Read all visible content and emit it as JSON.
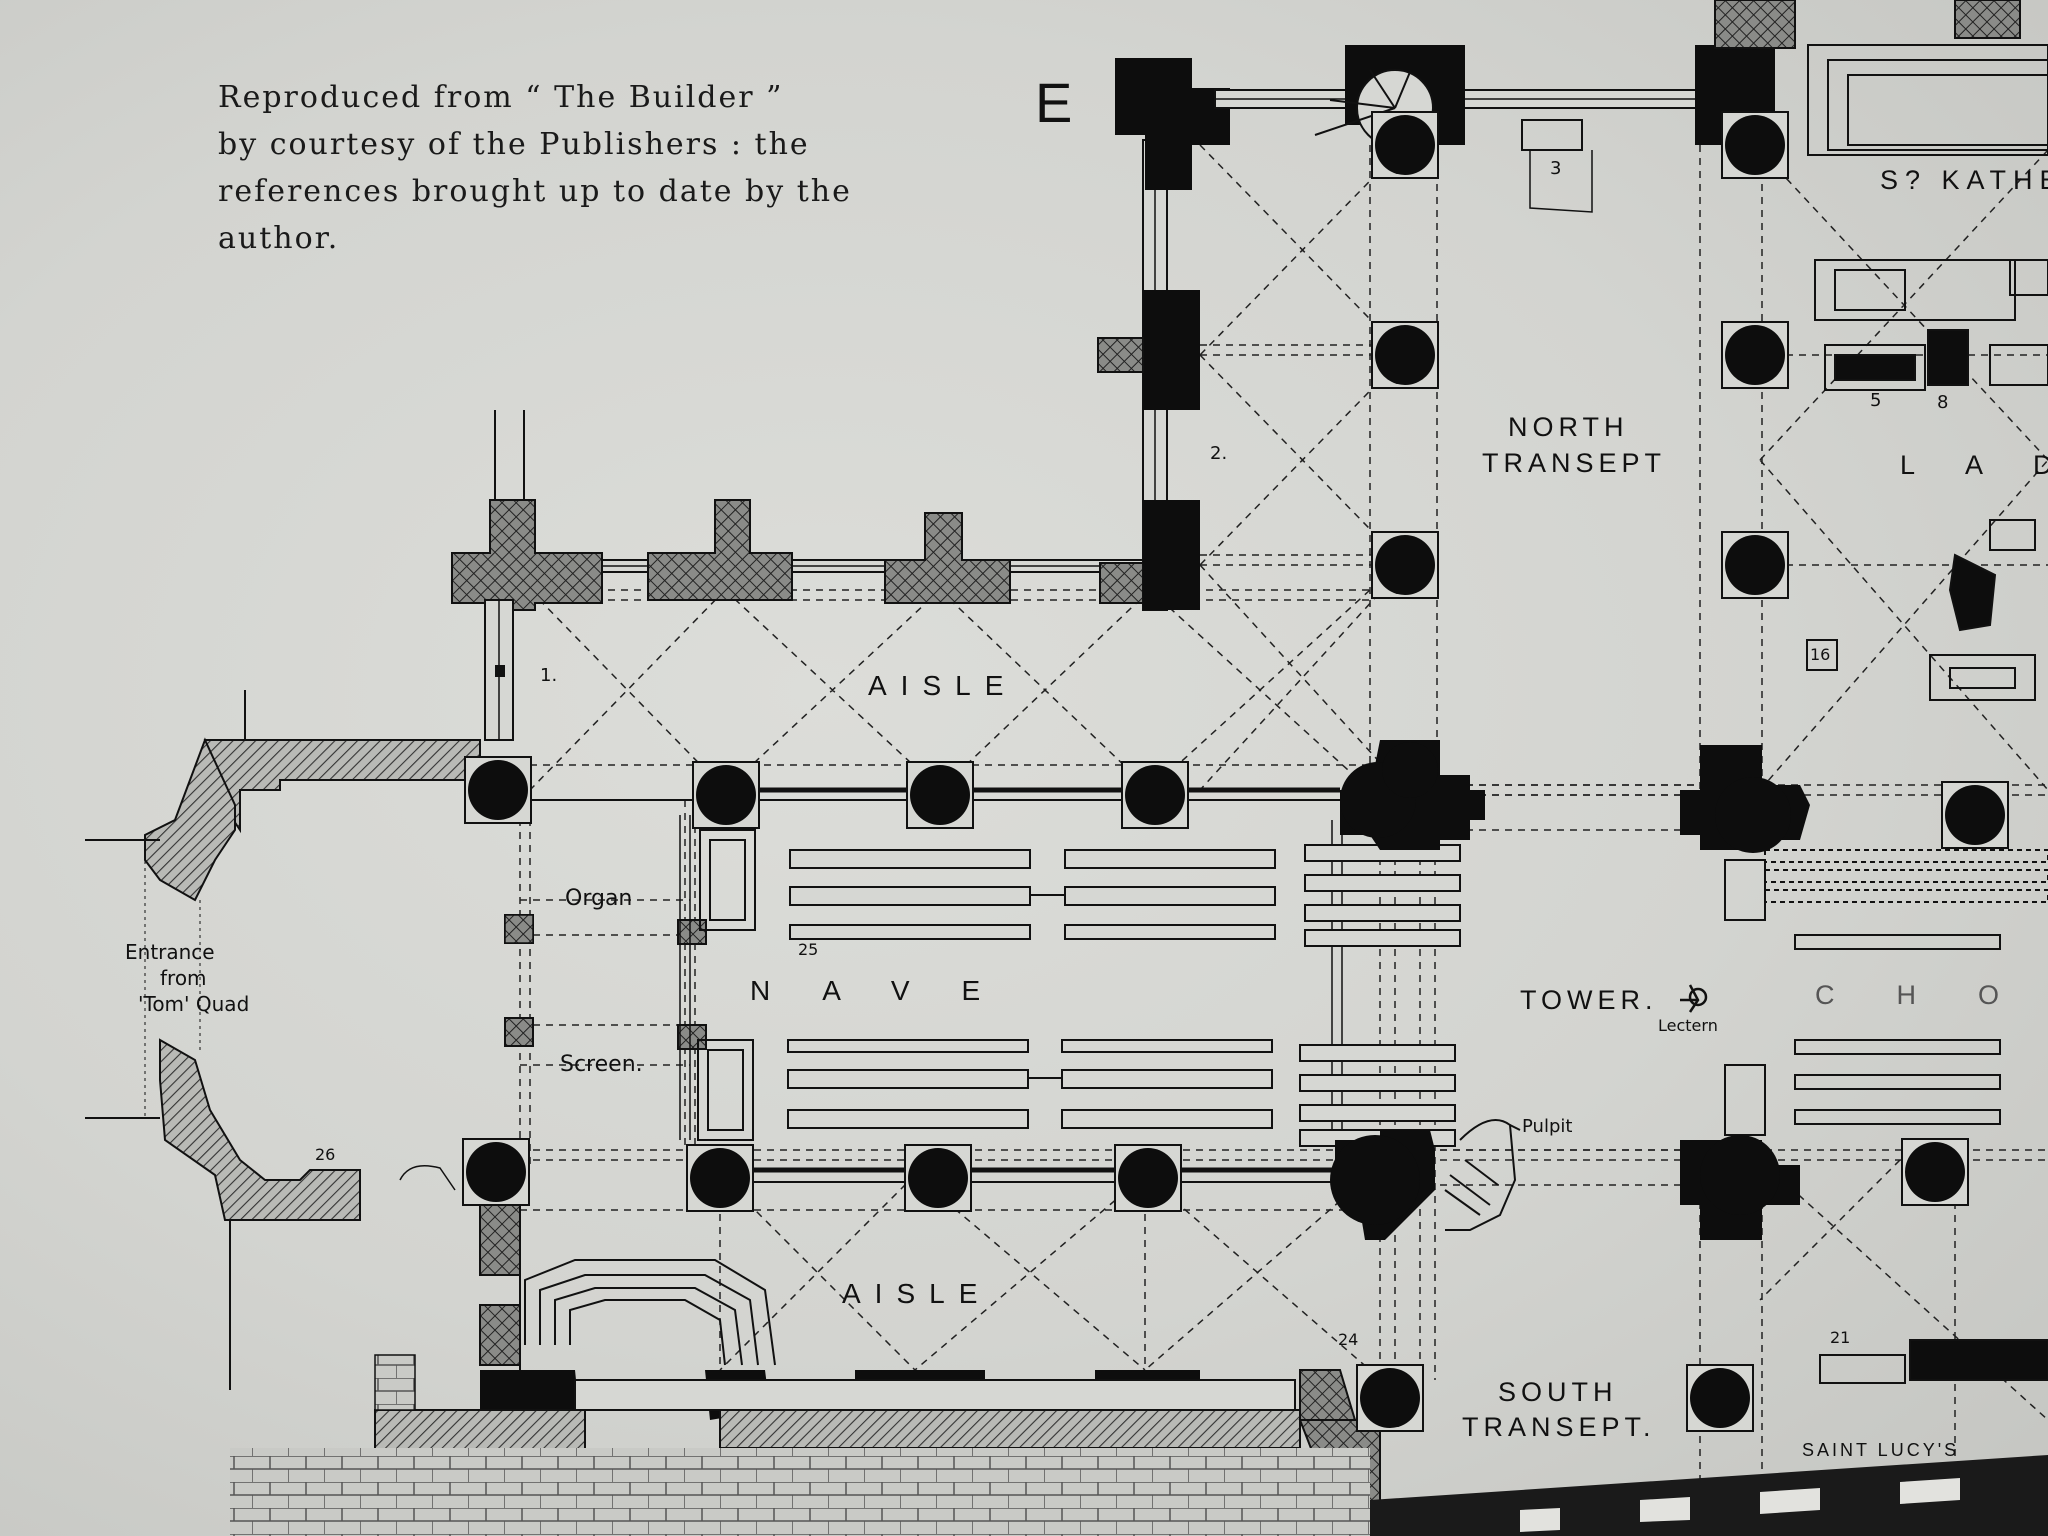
{
  "caption": {
    "line1": "Reproduced from “ The Builder ”",
    "line2": "by courtesy of the Publishers : the",
    "line3": "references brought up to date by the",
    "line4": "author."
  },
  "compass": "E",
  "labels": {
    "north_transept_1": "NORTH",
    "north_transept_2": "TRANSEPT",
    "aisle_north": "AISLE",
    "aisle_south": "AISLE",
    "nave": "NAVE",
    "organ": "Organ",
    "screen": "Screen.",
    "entrance_1": "Entrance",
    "entrance_2": "from",
    "entrance_3": "'Tom' Quad",
    "tower": "TOWER.",
    "lectern": "Lectern",
    "pulpit": "Pulpit",
    "south_transept_1": "SOUTH",
    "south_transept_2": "TRANSEPT.",
    "st_katherine": "S? KATHE",
    "lady": "LAD",
    "choir": "CHO",
    "saint_lucys": "SAINT LUCY'S"
  },
  "references": {
    "r1": "1.",
    "r2": "2.",
    "r3": "3",
    "r5": "5",
    "r8": "8",
    "r16": "16",
    "r21": "21",
    "r24": "24",
    "r25": "25",
    "r26": "26"
  },
  "colors": {
    "paper": "#d6d7d3",
    "ink": "#0d0d0d",
    "hatch": "#555555"
  }
}
